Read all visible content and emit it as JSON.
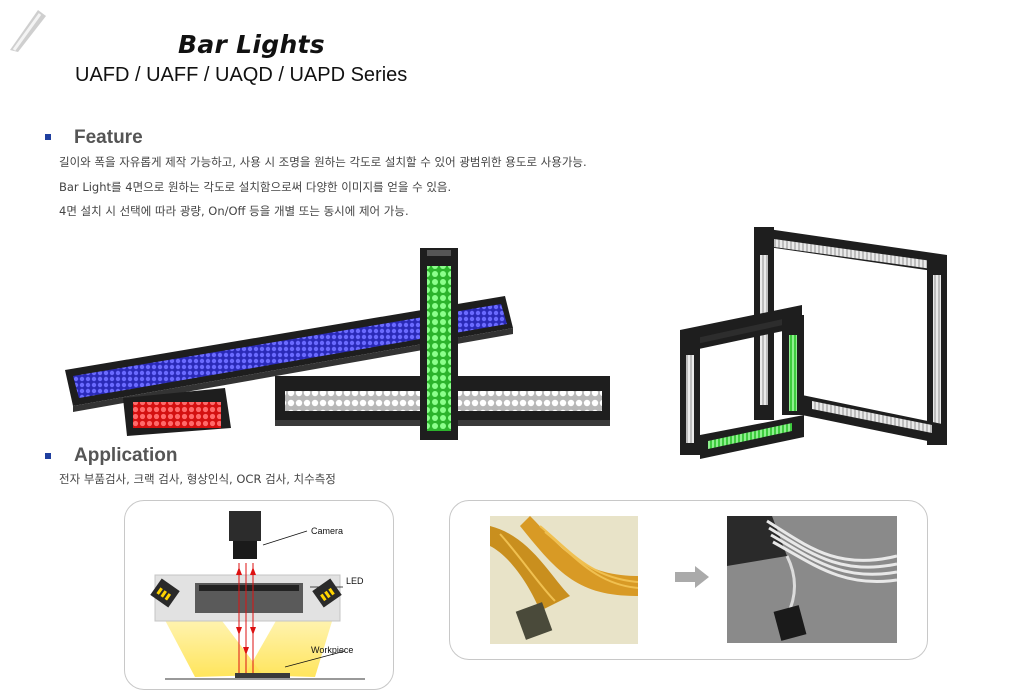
{
  "header": {
    "title": "Bar Lights",
    "subtitle": "UAFD / UAFF / UAQD / UAPD Series"
  },
  "feature": {
    "heading": "Feature",
    "lines": [
      "길이와 폭을 자유롭게 제작 가능하고, 사용 시 조명을 원하는 각도로 설치할 수 있어 광범위한 용도로 사용가능.",
      "Bar Light를 4면으로 원하는 각도로 설치함으로써 다양한 이미지를 얻을 수 있음.",
      "4면 설치 시 선택에 따라 광량, On/Off 등을 개별 또는 동시에 제어 가능."
    ]
  },
  "application": {
    "heading": "Application",
    "text": "전자 부품검사, 크랙 검사, 형상인식, OCR 검사, 치수측정"
  },
  "diagram": {
    "camera_label": "Camera",
    "led_label": "LED",
    "workpiece_label": "Workpiece"
  },
  "colors": {
    "bullet": "#1f3f9f",
    "led_blue": "#3a3ae0",
    "led_red": "#ff2a2a",
    "led_green": "#4ee84e",
    "led_white": "#f2f2f2",
    "housing": "#1e1e1e",
    "arrow": "#aaaaaa"
  }
}
